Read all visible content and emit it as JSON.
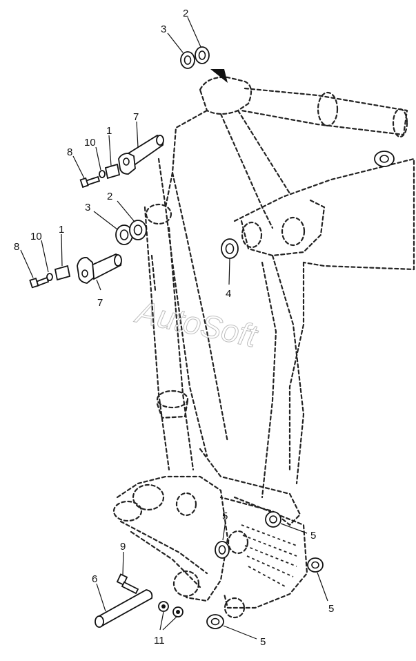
{
  "watermark": "AutoSoft",
  "callouts": [
    {
      "id": "c-2-top",
      "text": "2"
    },
    {
      "id": "c-3-top",
      "text": "3"
    },
    {
      "id": "c-7-top",
      "text": "7"
    },
    {
      "id": "c-1-top",
      "text": "1"
    },
    {
      "id": "c-10-top",
      "text": "10"
    },
    {
      "id": "c-8-top",
      "text": "8"
    },
    {
      "id": "c-3-mid",
      "text": "3"
    },
    {
      "id": "c-2-mid",
      "text": "2"
    },
    {
      "id": "c-8-mid",
      "text": "8"
    },
    {
      "id": "c-10-mid",
      "text": "10"
    },
    {
      "id": "c-1-mid",
      "text": "1"
    },
    {
      "id": "c-7-mid",
      "text": "7"
    },
    {
      "id": "c-4",
      "text": "4"
    },
    {
      "id": "c-5-a",
      "text": "5"
    },
    {
      "id": "c-5-b",
      "text": "5"
    },
    {
      "id": "c-5-c",
      "text": "5"
    },
    {
      "id": "c-5-d",
      "text": "5"
    },
    {
      "id": "c-9",
      "text": "9"
    },
    {
      "id": "c-6",
      "text": "6"
    },
    {
      "id": "c-11",
      "text": "11"
    }
  ]
}
